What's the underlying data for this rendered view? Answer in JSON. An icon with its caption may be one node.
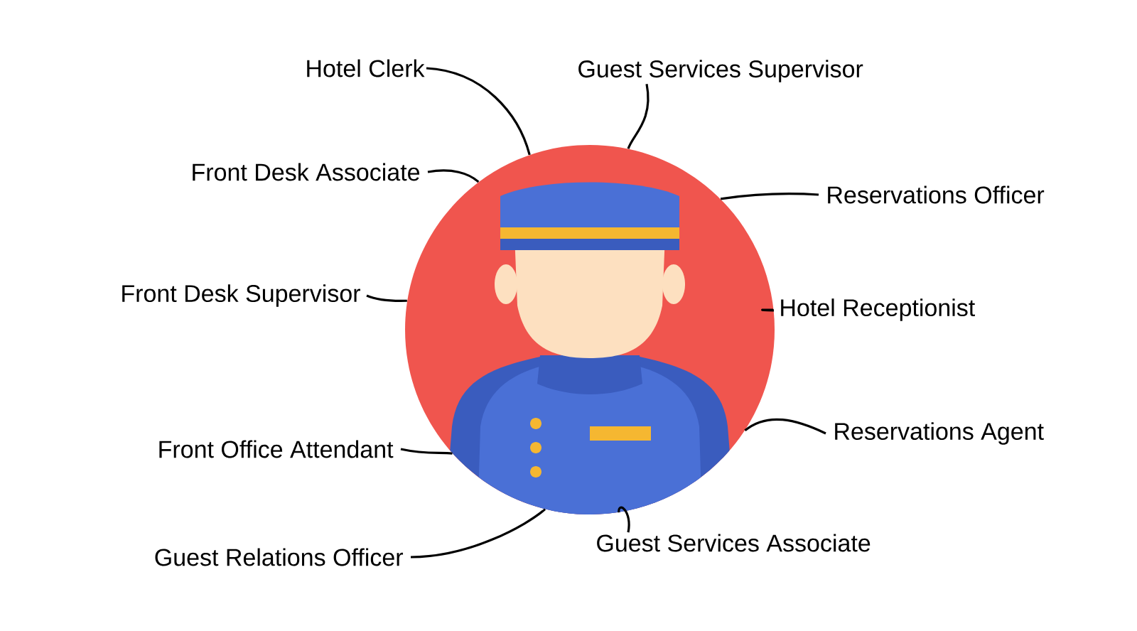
{
  "diagram": {
    "nodes": [
      {
        "text": [],
        "shape": "picture"
      },
      {
        "text": [
          "Hotel Clerk"
        ]
      },
      {
        "text": [
          "Guest Services Supervisor"
        ]
      },
      {
        "text": [
          "Front Desk Associate"
        ]
      },
      {
        "text": [
          "Reservations Officer"
        ]
      },
      {
        "text": [
          "Front Desk Supervisor"
        ]
      },
      {
        "text": [
          "Hotel Receptionist"
        ]
      },
      {
        "text": [
          "Reservations Agent"
        ]
      },
      {
        "text": [
          "Front Office Attendant"
        ]
      },
      {
        "text": [
          "Guest Services Associate"
        ]
      },
      {
        "text": [
          "Guest Relations Officer"
        ]
      }
    ],
    "edges": [
      {
        "from": 1,
        "to": 0,
        "arrow": "none"
      },
      {
        "from": 2,
        "to": 0,
        "arrow": "none"
      },
      {
        "from": 3,
        "to": 0,
        "arrow": "none"
      },
      {
        "from": 4,
        "to": 0,
        "arrow": "none"
      },
      {
        "from": 5,
        "to": 0,
        "arrow": "none"
      },
      {
        "from": 6,
        "to": 0,
        "arrow": "none"
      },
      {
        "from": 7,
        "to": 0,
        "arrow": "none"
      },
      {
        "from": 8,
        "to": 0,
        "arrow": "none"
      },
      {
        "from": 9,
        "to": 0,
        "arrow": "none"
      },
      {
        "from": 10,
        "to": 0,
        "arrow": "none"
      }
    ]
  }
}
